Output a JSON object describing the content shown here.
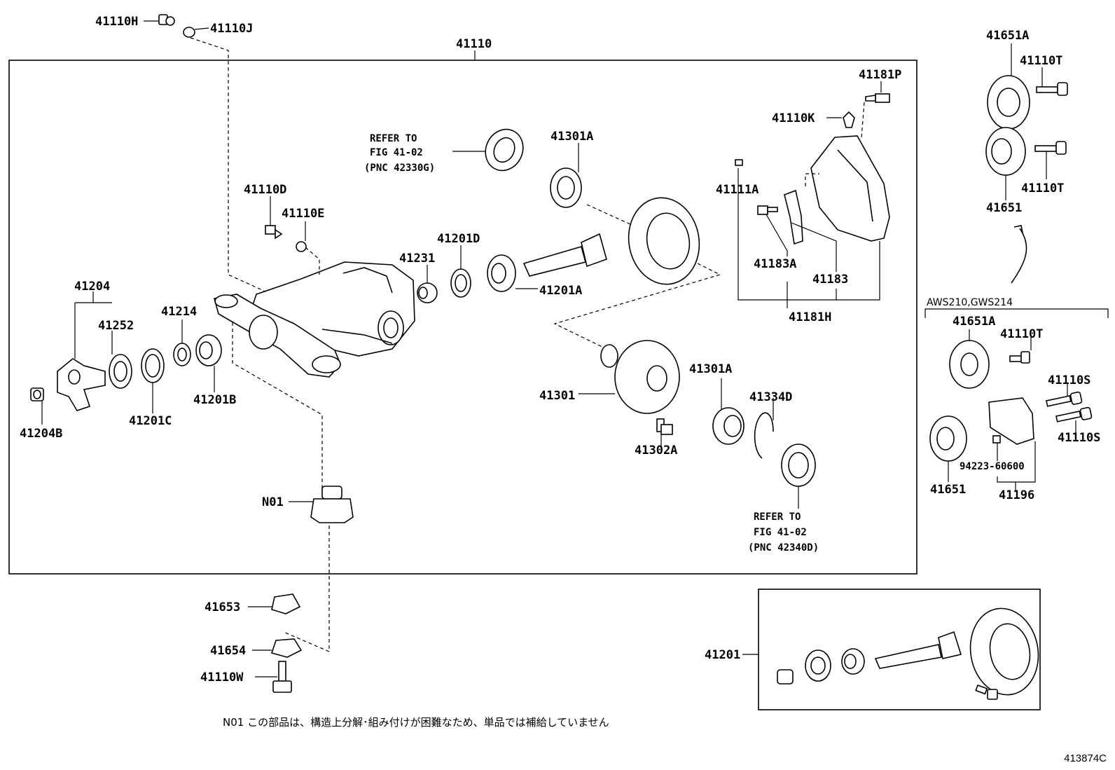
{
  "labels": {
    "p41110H": "41110H",
    "p41110J": "41110J",
    "p41110": "41110",
    "p41651A_top": "41651A",
    "p41110T_top1": "41110T",
    "p41181P": "41181P",
    "p41110K": "41110K",
    "refer1_line1": "REFER TO",
    "refer1_line2": "FIG 41-02",
    "refer1_line3": "(PNC 42330G)",
    "p41301A_top": "41301A",
    "p41110T_top2": "41110T",
    "p41651_top": "41651",
    "p41110D": "41110D",
    "p41111A": "41111A",
    "p41110E": "41110E",
    "p41201D": "41201D",
    "p41231": "41231",
    "p41183A": "41183A",
    "p41183": "41183",
    "p41201A": "41201A",
    "p41204": "41204",
    "p41181H": "41181H",
    "aws": "AWS210,GWS214",
    "p41214": "41214",
    "p41252": "41252",
    "p41651A_mid": "41651A",
    "p41110T_mid": "41110T",
    "p41301A_mid": "41301A",
    "p41201B": "41201B",
    "p41110S_1": "41110S",
    "p41301": "41301",
    "p41334D": "41334D",
    "p41201C": "41201C",
    "p41110S_2": "41110S",
    "p41204B": "41204B",
    "p41302A": "41302A",
    "p94223": "94223-60600",
    "p41651_mid": "41651",
    "p41196": "41196",
    "pN01": "N01",
    "refer2_line1": "REFER TO",
    "refer2_line2": "FIG 41-02",
    "refer2_line3": "(PNC 42340D)",
    "p41653": "41653",
    "p41654": "41654",
    "p41201": "41201",
    "p41110W": "41110W"
  },
  "note": "N01 この部品は、構造上分解･組み付けが困難なため、単品では補給していません",
  "figure_ref": "413874C"
}
